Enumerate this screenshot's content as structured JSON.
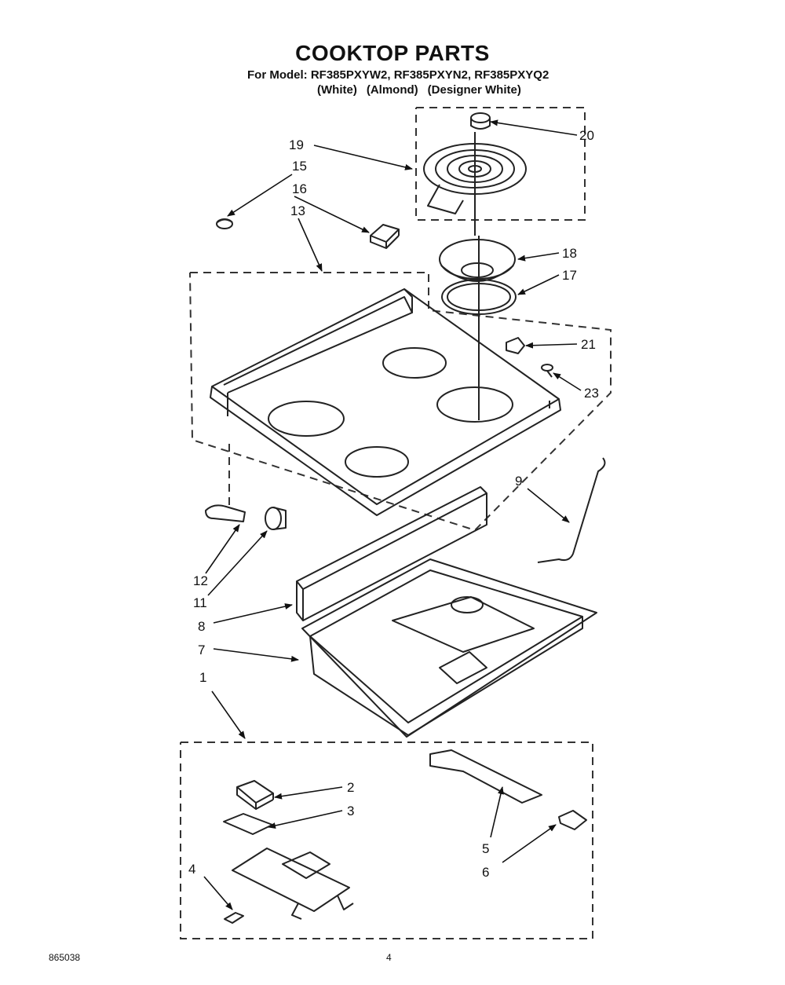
{
  "header": {
    "title": "COOKTOP PARTS",
    "model_line": "For Model: RF385PXYW2, RF385PXYN2, RF385PXYQ2",
    "colors": [
      "(White)",
      "(Almond)",
      "(Designer White)"
    ]
  },
  "callouts": {
    "c20": "20",
    "c19": "19",
    "c15": "15",
    "c16": "16",
    "c13": "13",
    "c18": "18",
    "c17": "17",
    "c21": "21",
    "c23": "23",
    "c9": "9",
    "c12": "12",
    "c11": "11",
    "c8": "8",
    "c7": "7",
    "c1": "1",
    "c2": "2",
    "c3": "3",
    "c4": "4",
    "c5": "5",
    "c6": "6"
  },
  "footer": {
    "doc_number": "865038",
    "page_number": "4"
  }
}
